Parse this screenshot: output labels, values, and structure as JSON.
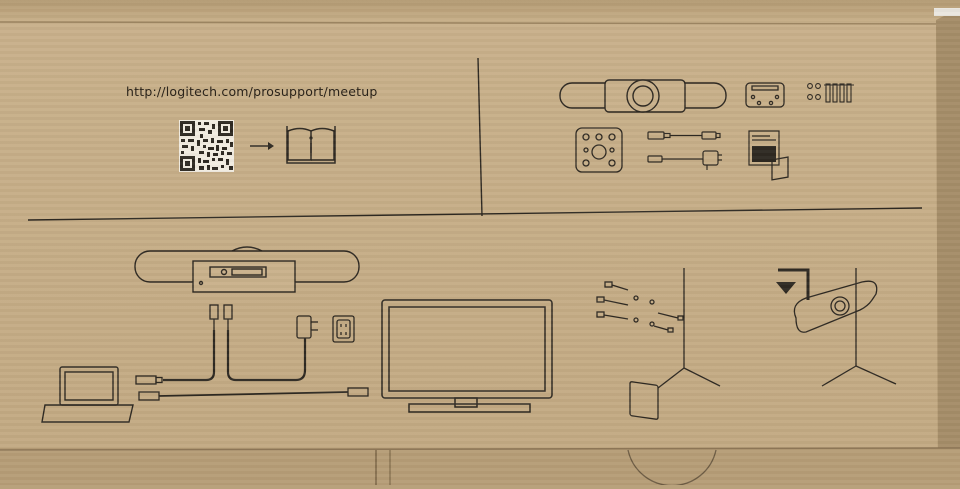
{
  "support": {
    "url": "http://logitech.com/prosupport/meetup"
  },
  "box_contents": {
    "items": [
      "camera",
      "mount-bracket",
      "screws",
      "remote",
      "usb-cable",
      "power-adapter",
      "documentation"
    ]
  },
  "colors": {
    "cardboard": "#c8b08a",
    "ink": "#2e2922"
  }
}
